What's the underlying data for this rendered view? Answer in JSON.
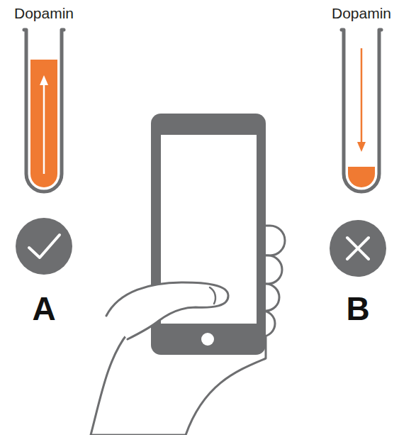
{
  "diagram": {
    "nodes": [
      {
        "text": [
          "Dopamin"
        ]
      },
      {
        "text": [
          "Dopamin"
        ]
      }
    ],
    "labels": [
      "A",
      "B"
    ]
  }
}
